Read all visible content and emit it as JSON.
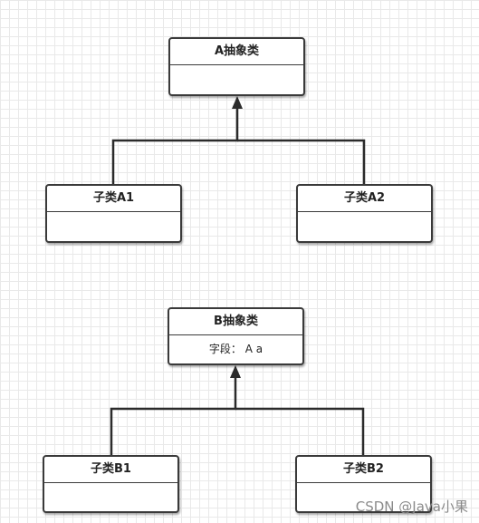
{
  "diagram": {
    "classes": {
      "a_abstract": {
        "title": "A抽象类",
        "body": ""
      },
      "sub_a1": {
        "title": "子类A1",
        "body": ""
      },
      "sub_a2": {
        "title": "子类A2",
        "body": ""
      },
      "b_abstract": {
        "title": "B抽象类",
        "body": "字段： A  a"
      },
      "sub_b1": {
        "title": "子类B1",
        "body": ""
      },
      "sub_b2": {
        "title": "子类B2",
        "body": ""
      }
    },
    "relations": [
      {
        "type": "inheritance",
        "from": "sub_a1",
        "to": "a_abstract"
      },
      {
        "type": "inheritance",
        "from": "sub_a2",
        "to": "a_abstract"
      },
      {
        "type": "inheritance",
        "from": "sub_b1",
        "to": "b_abstract"
      },
      {
        "type": "inheritance",
        "from": "sub_b2",
        "to": "b_abstract"
      }
    ]
  },
  "watermark": "CSDN @Java小果"
}
